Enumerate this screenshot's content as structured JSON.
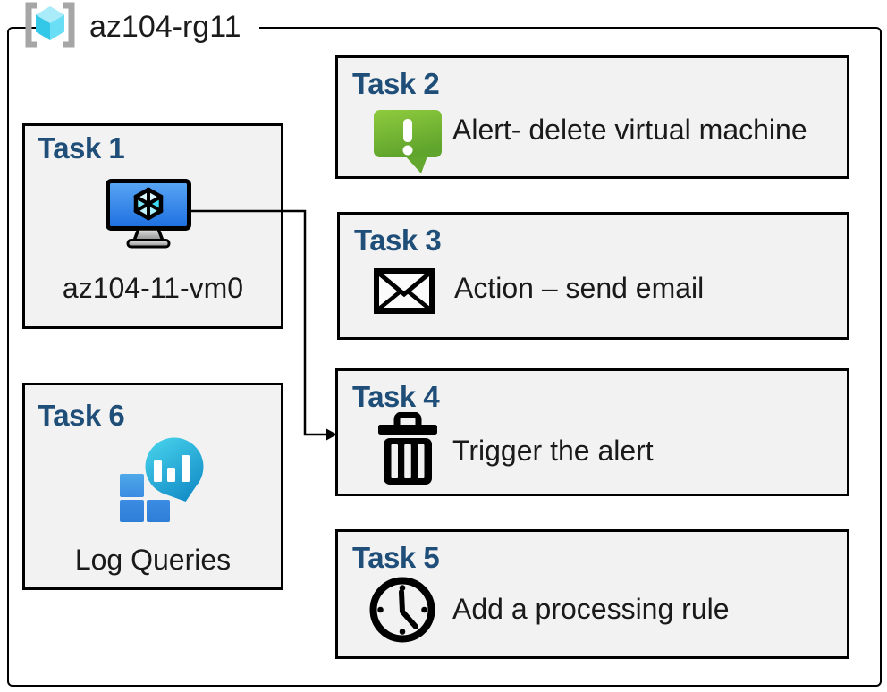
{
  "header": {
    "title": "az104-rg11",
    "icon": "resource-group"
  },
  "tasks": [
    {
      "label": "Task 1",
      "text": "az104-11-vm0",
      "icon": "virtual-machine"
    },
    {
      "label": "Task 2",
      "text": "Alert- delete virtual machine",
      "icon": "alert-speech-bubble"
    },
    {
      "label": "Task 3",
      "text": "Action – send email",
      "icon": "email-envelope"
    },
    {
      "label": "Task 4",
      "text": "Trigger the alert",
      "icon": "trash-can"
    },
    {
      "label": "Task 5",
      "text": "Add a processing rule",
      "icon": "clock"
    },
    {
      "label": "Task 6",
      "text": "Log Queries",
      "icon": "log-analytics"
    }
  ],
  "connector": {
    "from_task": "Task 1",
    "to_task": "Task 4"
  },
  "colors": {
    "task_label": "#1F4E79",
    "box_fill": "#F2F2F2",
    "box_border": "#000000",
    "body_text": "#1A1A1A",
    "alert_green_light": "#8FCB3E",
    "alert_green_dark": "#5FA42C",
    "vm_screen_light": "#5AA7F5",
    "vm_screen_dark": "#1C6EE0",
    "log_bubble_light": "#45D0EA",
    "log_bubble_dark": "#128AC6",
    "log_square_blue": "#3B8CE2",
    "rg_cube_cyan": "#33C7E8",
    "bracket_gray": "#A6A6A6"
  }
}
